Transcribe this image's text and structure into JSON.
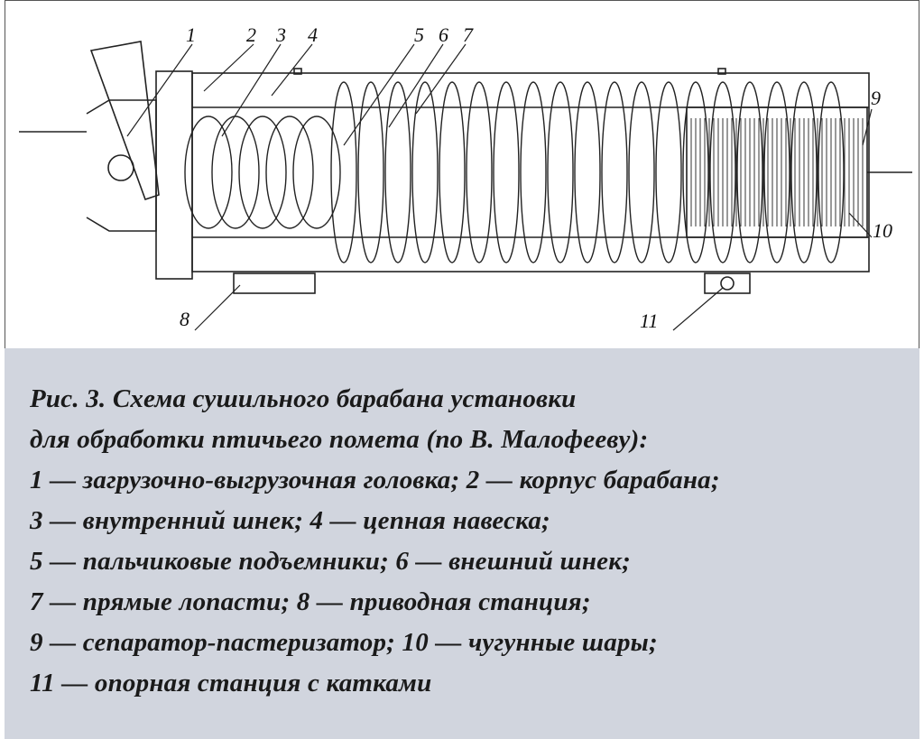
{
  "figure": {
    "callouts": [
      "1",
      "2",
      "3",
      "4",
      "5",
      "6",
      "7",
      "8",
      "9",
      "10",
      "11"
    ]
  },
  "caption": {
    "lines": [
      "Рис. 3. Схема сушильного барабана установки",
      "для обработки птичьего помета (по В. Малофееву):",
      "1 — загрузочно-выгрузочная головка; 2 — корпус барабана;",
      "3 — внутренний шнек; 4 — цепная навеска;",
      "5 — пальчиковые подъемники; 6 — внешний шнек;",
      "7 — прямые лопасти; 8 — приводная станция;",
      "9 — сепаратор-пастеризатор; 10 — чугунные шары;",
      "11 — опорная станция с катками"
    ]
  }
}
